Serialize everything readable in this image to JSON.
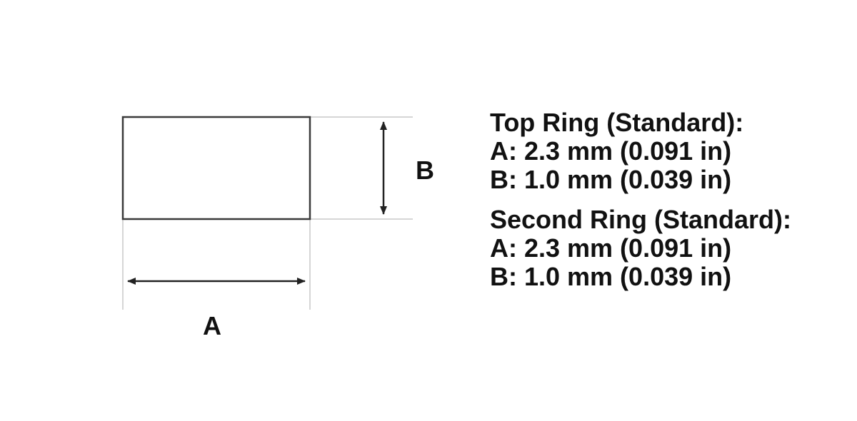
{
  "diagram": {
    "label_a": "A",
    "label_b": "B",
    "colors": {
      "outline": "#3a3a3a",
      "extension": "#c8c8c8",
      "arrow": "#222222",
      "text": "#111111"
    }
  },
  "specs": [
    {
      "heading": "Top Ring (Standard):",
      "a": "A: 2.3 mm (0.091 in)",
      "b": "B: 1.0 mm (0.039 in)"
    },
    {
      "heading": "Second Ring (Standard):",
      "a": "A: 2.3 mm (0.091 in)",
      "b": "B: 1.0 mm (0.039 in)"
    }
  ]
}
